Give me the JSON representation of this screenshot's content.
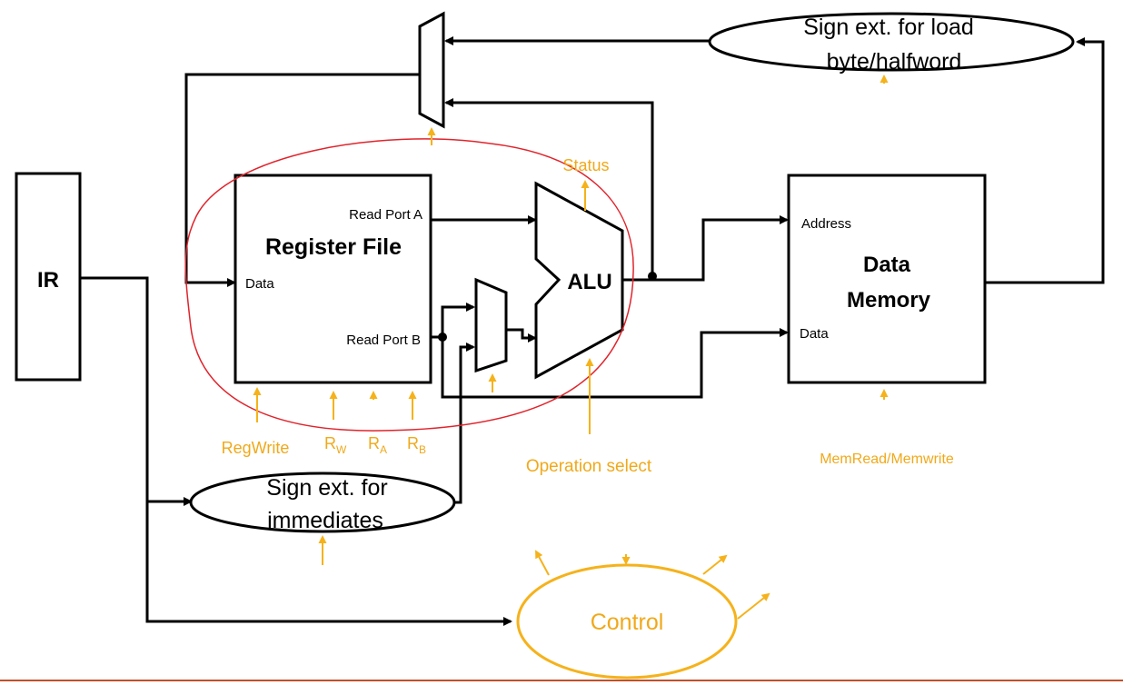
{
  "blocks": {
    "ir": "IR",
    "register_file": "Register File",
    "read_port_a": "Read Port A",
    "read_port_b": "Read Port B",
    "rf_data_port": "Data",
    "alu": "ALU",
    "data_memory_line1": "Data",
    "data_memory_line2": "Memory",
    "dm_address_port": "Address",
    "dm_data_port": "Data",
    "sign_ext_load_line1": "Sign ext. for load",
    "sign_ext_load_line2": "byte/halfword",
    "sign_ext_imm_line1": "Sign ext. for",
    "sign_ext_imm_line2": "immediates",
    "control": "Control"
  },
  "control_signals": {
    "reg_write": "RegWrite",
    "rw_base": "R",
    "rw_sub": "W",
    "ra_base": "R",
    "ra_sub": "A",
    "rb_base": "R",
    "rb_sub": "B",
    "status": "Status",
    "operation_select": "Operation select",
    "mem_read_write": "MemRead/Memwrite"
  },
  "colors": {
    "wire": "#000000",
    "control": "#f5b21b",
    "annotation": "#e0242c",
    "footer_rule": "#c0502a"
  }
}
